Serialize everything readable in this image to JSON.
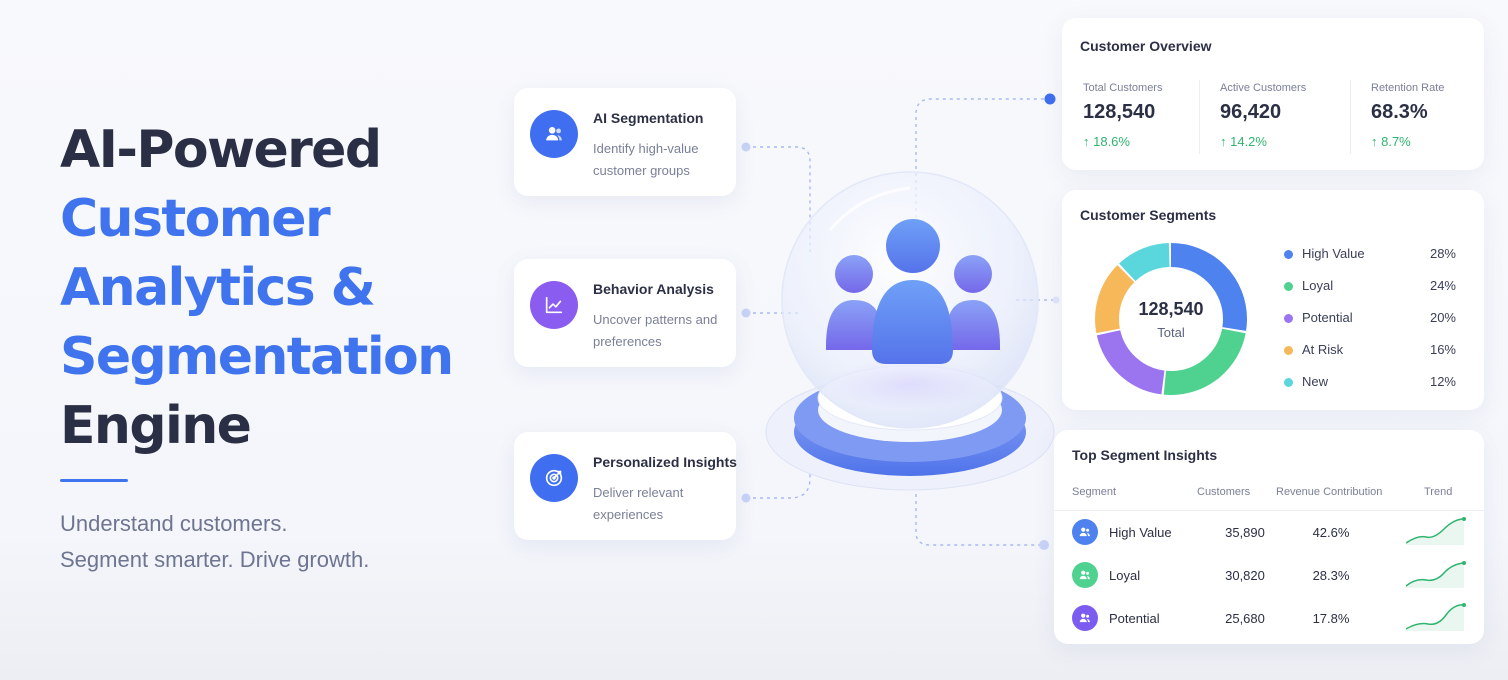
{
  "hero": {
    "lines": [
      "AI-Powered",
      "Customer",
      "Analytics &",
      "Segmentation",
      "Engine"
    ],
    "subtitle_lines": [
      "Understand customers.",
      "Segment smarter. Drive growth."
    ]
  },
  "features": [
    {
      "title": "AI Segmentation",
      "description": "Identify high-value customer groups",
      "icon": "users-icon",
      "color": "#3f6ff0"
    },
    {
      "title": "Behavior Analysis",
      "description": "Uncover patterns and preferences",
      "icon": "line-chart-icon",
      "color": "#8a5cf0"
    },
    {
      "title": "Personalized Insights",
      "description": "Deliver relevant experiences",
      "icon": "target-icon",
      "color": "#3f6ff0"
    }
  ],
  "overview": {
    "title": "Customer Overview",
    "metrics": [
      {
        "label": "Total Customers",
        "value": "128,540",
        "change": "↑ 18.6%"
      },
      {
        "label": "Active Customers",
        "value": "96,420",
        "change": "↑ 14.2%"
      },
      {
        "label": "Retention Rate",
        "value": "68.3%",
        "change": "↑ 8.7%"
      }
    ]
  },
  "segments": {
    "title": "Customer Segments",
    "total_value": "128,540",
    "total_label": "Total",
    "items": [
      {
        "name": "High Value",
        "percent": "28%",
        "value": 28,
        "color": "#4d82ef"
      },
      {
        "name": "Loyal",
        "percent": "24%",
        "value": 24,
        "color": "#4fd18f"
      },
      {
        "name": "Potential",
        "percent": "20%",
        "value": 20,
        "color": "#9b74f0"
      },
      {
        "name": "At Risk",
        "percent": "16%",
        "value": 16,
        "color": "#f7b85a"
      },
      {
        "name": "New",
        "percent": "12%",
        "value": 12,
        "color": "#5ad6dd"
      }
    ]
  },
  "insights": {
    "title": "Top Segment Insights",
    "columns": [
      "Segment",
      "Customers",
      "Revenue Contribution",
      "Trend"
    ],
    "rows": [
      {
        "segment": "High Value",
        "customers": "35,890",
        "revenue": "42.6%",
        "color": "#4d82ef"
      },
      {
        "segment": "Loyal",
        "customers": "30,820",
        "revenue": "28.3%",
        "color": "#4fd18f"
      },
      {
        "segment": "Potential",
        "customers": "25,680",
        "revenue": "17.8%",
        "color": "#7c5cf0"
      }
    ],
    "trend_color": "#2fb56f"
  },
  "colors": {
    "accent": "#3f74ee",
    "heading": "#2a2f45",
    "muted": "#6e7590",
    "positive": "#2fb56f"
  }
}
